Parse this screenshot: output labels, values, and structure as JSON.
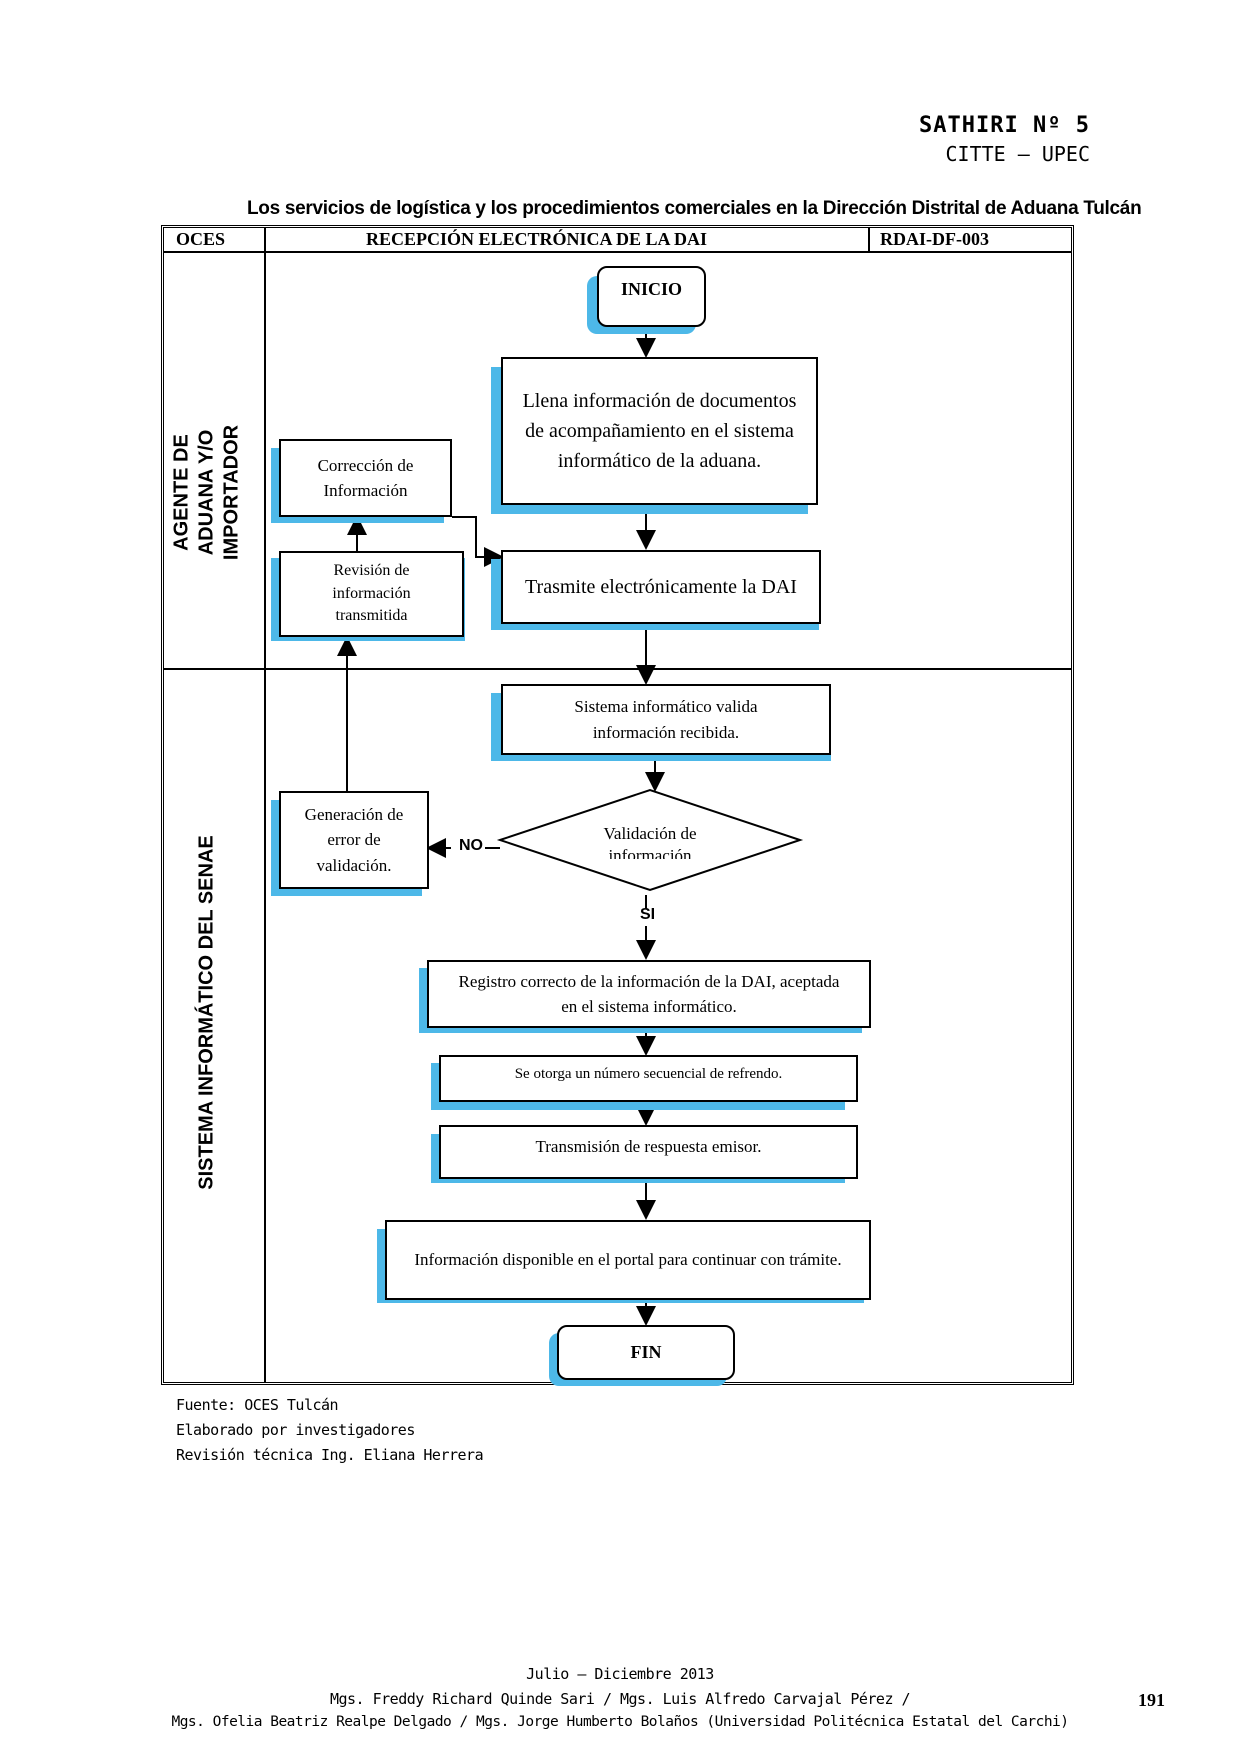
{
  "header": {
    "journal": "SATHIRI Nº 5",
    "journal_sub": "CITTE – UPEC"
  },
  "figure_title": "Los servicios de logística y los procedimientos comerciales en la Dirección Distrital de Aduana Tulcán",
  "table_header": {
    "left": "OCES",
    "center": "RECEPCIÓN  ELECTRÓNICA  DE LA DAI",
    "right": "RDAI-DF-003"
  },
  "lanes": {
    "top": "AGENTE DE ADUANA Y/O IMPORTADOR",
    "bottom": "SISTEMA INFORMÁTICO DEL SENAE"
  },
  "nodes": {
    "inicio": "INICIO",
    "llena": "Llena información de documentos de acompañamiento en el sistema informático de la aduana.",
    "correccion": "Corrección  de Información",
    "revision": "Revisión de información transmitida",
    "trasmite": "Trasmite electrónicamente la DAI",
    "valida": "Sistema informático valida información recibida.",
    "generacion": "Generación de error de validación.",
    "decision": "Validación de información",
    "registro": "Registro correcto  de la información de la DAI, aceptada en el sistema informático.",
    "numero": "Se otorga un número secuencial de refrendo.",
    "transmision": "Transmisión de respuesta emisor.",
    "disponible": "Información disponible en el portal  para continuar con trámite.",
    "fin": "FIN"
  },
  "edge_labels": {
    "no": "NO",
    "si": "SI"
  },
  "source_notes": [
    "Fuente:  OCES Tulcán",
    "Elaborado  por investigadores",
    "Revisión  técnica  Ing. Eliana  Herrera"
  ],
  "footer": {
    "date": "Julio – Diciembre  2013",
    "authors_1": "Mgs. Freddy  Richard  Quinde  Sari / Mgs. Luis Alfredo  Carvajal  Pérez /",
    "authors_2": "Mgs. Ofelia  Beatriz  Realpe Delgado  / Mgs. Jorge Humberto Bolaños  (Universidad Politécnica  Estatal  del Carchi)",
    "page_number": "191"
  }
}
